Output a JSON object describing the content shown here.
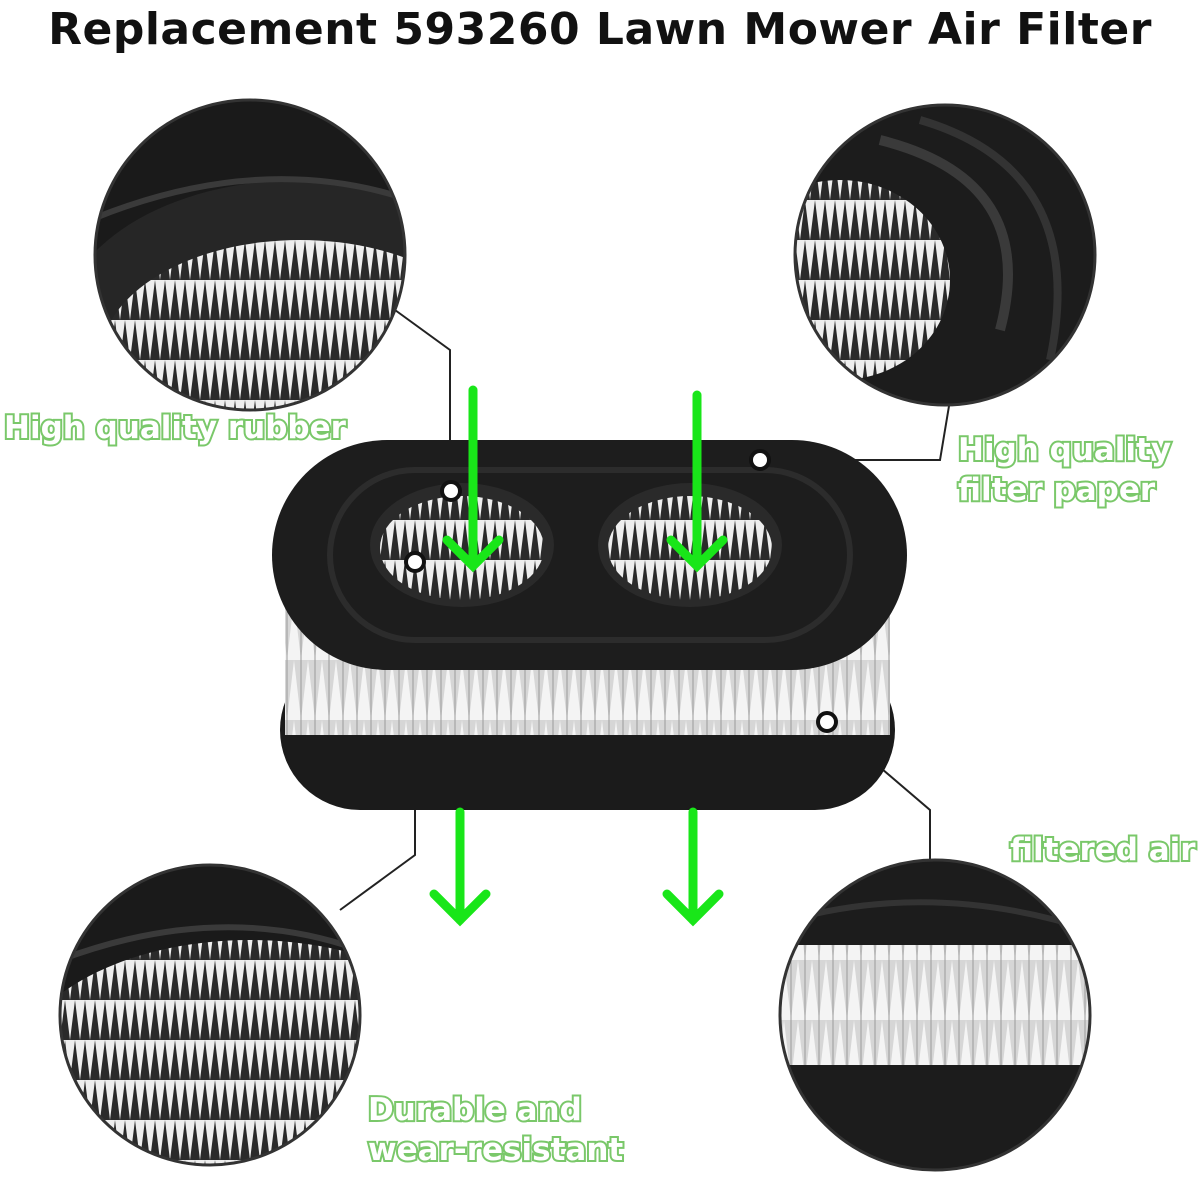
{
  "title": "Replacement 593260 Lawn Mower Air Filter",
  "labels": {
    "rubber": "High quality rubber",
    "paper_line1": "High quality",
    "paper_line2": "filter paper",
    "filtered_air": "filtered air",
    "durable_line1": "Durable and",
    "durable_line2": "wear-resistant"
  },
  "colors": {
    "arrow_green": "#19e619",
    "label_outline": "#7ac86a",
    "rubber_black": "#1c1c1c",
    "paper_white": "#f2f2f2"
  }
}
